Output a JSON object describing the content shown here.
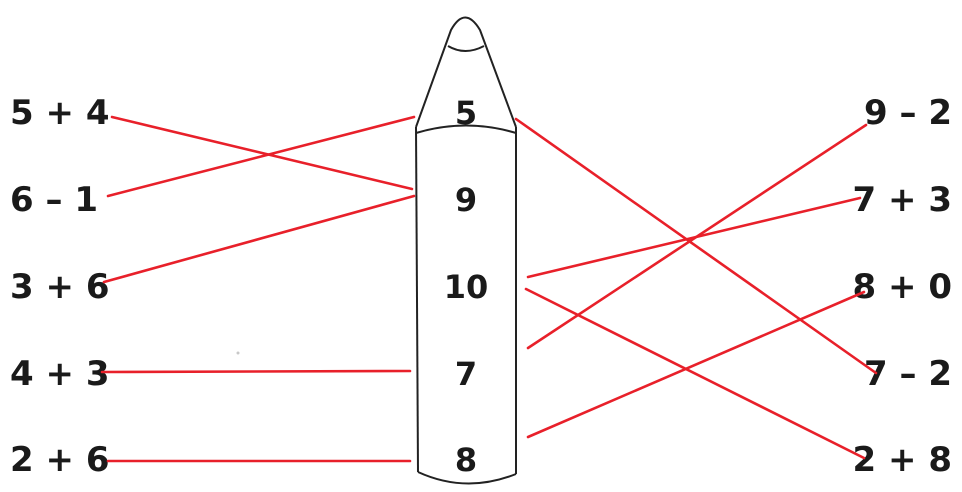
{
  "diagram": {
    "line_color": "#e8202a",
    "text_color": "#1a1a1a",
    "left_expressions": [
      "5 + 4",
      "6 – 1",
      "3 + 6",
      "4 + 3",
      "2 + 6"
    ],
    "pencil_numbers": [
      "5",
      "9",
      "10",
      "7",
      "8"
    ],
    "right_expressions": [
      "9 – 2",
      "7 + 3",
      "8 + 0",
      "7 – 2",
      "2 + 8"
    ],
    "left_connections": [
      {
        "from": "5 + 4",
        "to": "9"
      },
      {
        "from": "6 – 1",
        "to": "5"
      },
      {
        "from": "3 + 6",
        "to": "9"
      },
      {
        "from": "4 + 3",
        "to": "7"
      },
      {
        "from": "2 + 6",
        "to": "8"
      }
    ],
    "right_connections": [
      {
        "from": "5",
        "to": "7 – 2"
      },
      {
        "from": "10",
        "to": "7 + 3"
      },
      {
        "from": "10",
        "to": "2 + 8"
      },
      {
        "from": "7",
        "to": "9 – 2"
      },
      {
        "from": "8",
        "to": "8 + 0"
      }
    ]
  }
}
